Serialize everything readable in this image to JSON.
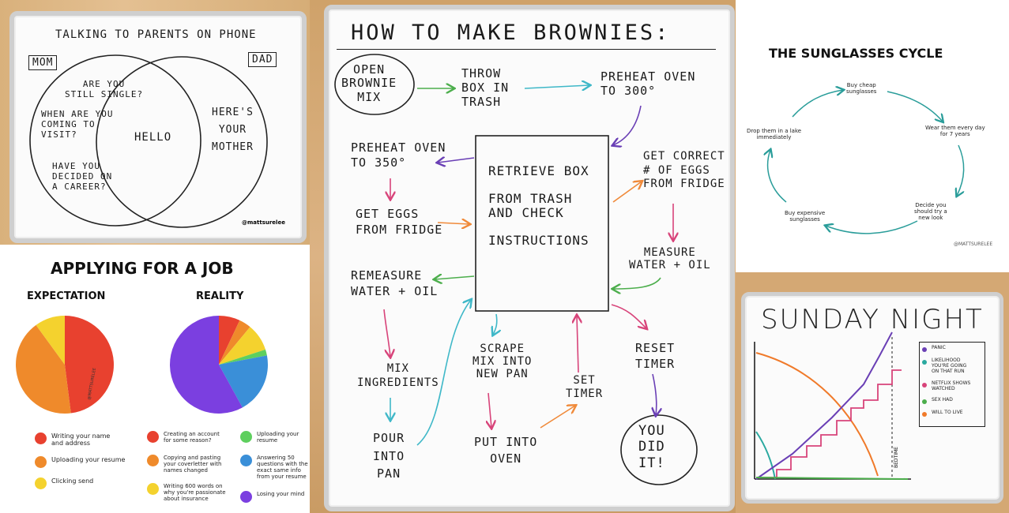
{
  "venn": {
    "title": "TALKING TO PARENTS ON PHONE",
    "left_label": "MOM",
    "right_label": "DAD",
    "left_items": [
      "ARE YOU\nSTILL SINGLE?",
      "WHEN ARE YOU\nCOMING TO\nVISIT?",
      "HAVE YOU\nDECIDED ON\nA CAREER?"
    ],
    "center_item": "HELLO",
    "right_item": "HERE'S\nYOUR\nMOTHER",
    "credit": "@mattsurelee"
  },
  "brownies": {
    "title": "HOW TO MAKE BROWNIES:",
    "steps": {
      "open": "OPEN\nBROWNIE\nMIX",
      "throw": "THROW\nBOX IN\nTRASH",
      "preheat300": "PREHEAT OVEN\nTO 300°",
      "preheat350": "PREHEAT OVEN\nTO 350°",
      "retrieve": "RETRIEVE BOX\n\nFROM TRASH\nAND CHECK\n\nINSTRUCTIONS",
      "get_correct": "GET CORRECT\n# OF EGGS\nFROM FRIDGE",
      "get_eggs": "GET EGGS\nFROM FRIDGE",
      "measure": "MEASURE\nWATER + OIL",
      "remeasure": "REMEASURE\nWATER + OIL",
      "mix": "MIX\nINGREDIENTS",
      "scrape": "SCRAPE\nMIX INTO\nNEW PAN",
      "set_timer": "SET\nTIMER",
      "reset_timer": "RESET\nTIMER",
      "pour": "POUR\nINTO\nPAN",
      "put_oven": "PUT INTO\nOVEN",
      "done": "YOU\nDID\nIT!"
    }
  },
  "sunglasses": {
    "title": "THE SUNGLASSES CYCLE",
    "steps": [
      "Buy cheap\nsunglasses",
      "Wear them every day\nfor 7 years",
      "Decide you\nshould try a\nnew look",
      "Buy expensive\nsunglasses",
      "Drop them in a lake\nimmediately"
    ],
    "credit": "@MATTSURELEE",
    "accent": "#2a9d9a"
  },
  "job": {
    "title": "APPLYING FOR A JOB",
    "left_heading": "EXPECTATION",
    "right_heading": "REALITY",
    "credit": "@MATTSURELEE",
    "left_legend": [
      {
        "label": "Writing your name\nand address",
        "color": "#e8412f"
      },
      {
        "label": "Uploading your resume",
        "color": "#ef8a2b"
      },
      {
        "label": "Clicking send",
        "color": "#f4d22e"
      }
    ],
    "right_legend": [
      {
        "label": "Creating an account\nfor some reason?",
        "color": "#e8412f"
      },
      {
        "label": "Copying and pasting\nyour coverletter with\nnames changed",
        "color": "#ef8a2b"
      },
      {
        "label": "Writing 600 words on\nwhy you're passionate\nabout insurance",
        "color": "#f4d22e"
      },
      {
        "label": "Uploading your\nresume",
        "color": "#5ecf5e"
      },
      {
        "label": "Answering 50\nquestions with the\nexact same info\nfrom your resume",
        "color": "#3a8fd8"
      },
      {
        "label": "Losing your mind",
        "color": "#7b3fe0"
      }
    ]
  },
  "sunday": {
    "title": "SUNDAY NIGHT",
    "bedtime": "BEDTIME",
    "legend": [
      {
        "label": "PANIC",
        "color": "#6a3fb5"
      },
      {
        "label": "LIKELIHOOD\nYOU'RE GOING\nON THAT RUN",
        "color": "#2aa9a0"
      },
      {
        "label": "NETFLIX SHOWS\nWATCHED",
        "color": "#d8447a"
      },
      {
        "label": "SEX HAD",
        "color": "#4cae4c"
      },
      {
        "label": "WILL TO LIVE",
        "color": "#f07a2a"
      }
    ]
  },
  "chart_data": [
    {
      "type": "pie",
      "title": "EXPECTATION",
      "categories": [
        "Writing your name and address",
        "Uploading your resume",
        "Clicking send"
      ],
      "values": [
        48,
        42,
        10
      ]
    },
    {
      "type": "pie",
      "title": "REALITY",
      "categories": [
        "Creating an account for some reason?",
        "Copying and pasting your coverletter with names changed",
        "Writing 600 words on why you're passionate about insurance",
        "Uploading your resume",
        "Answering 50 questions with the exact same info from your resume",
        "Losing your mind"
      ],
      "values": [
        7,
        4,
        9,
        2,
        20,
        58
      ]
    }
  ]
}
